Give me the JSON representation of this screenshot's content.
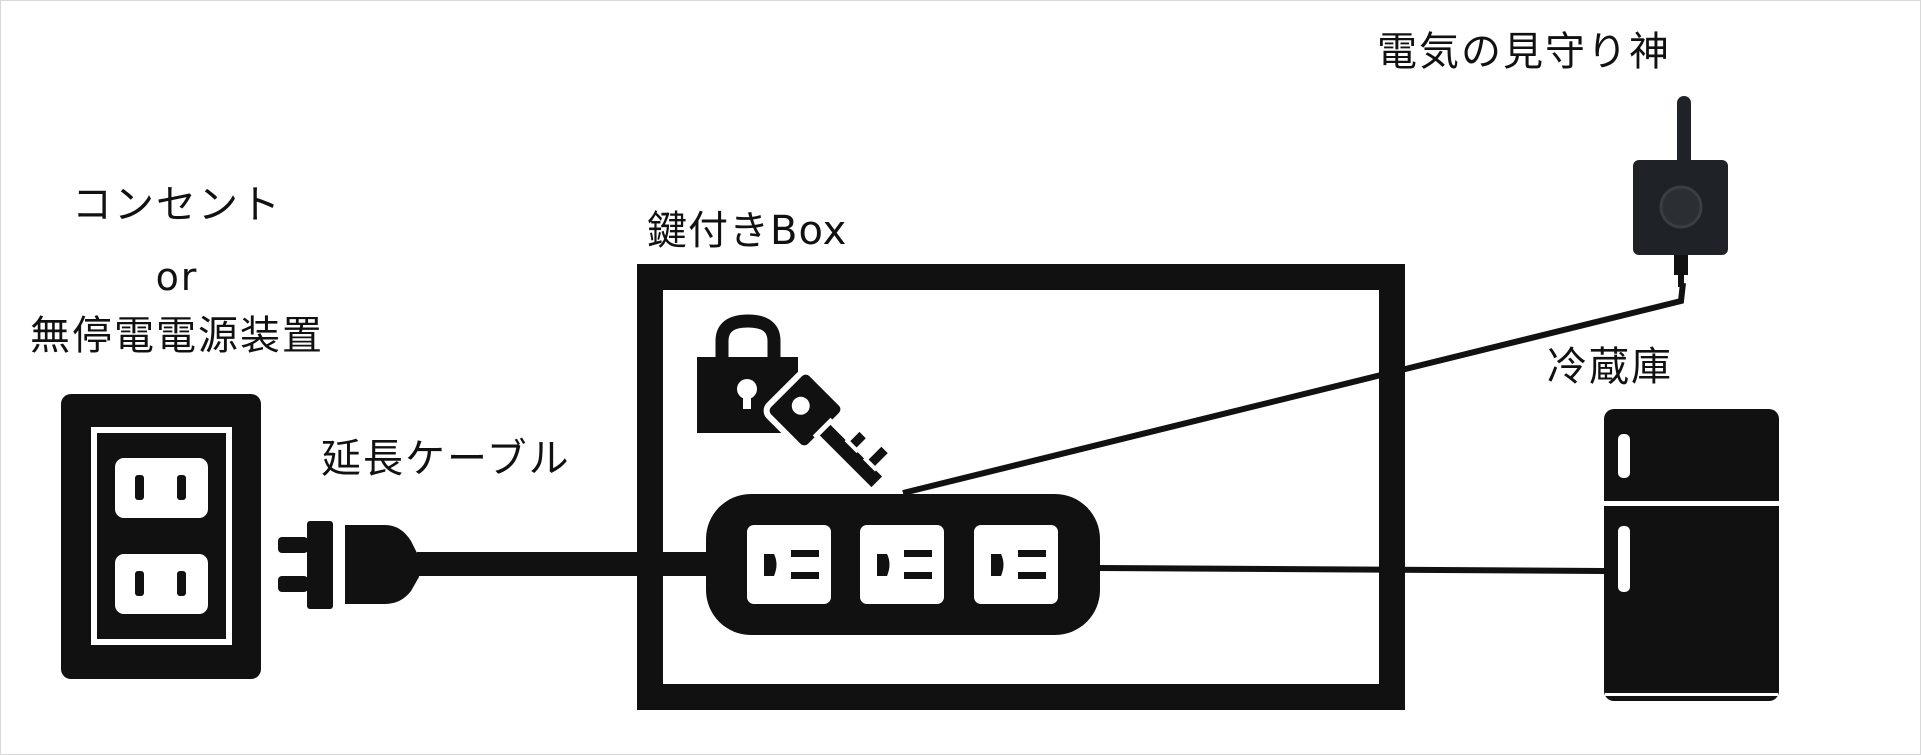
{
  "labels": {
    "outlet_line1": "コンセント",
    "outlet_line2": "or",
    "outlet_line3": "無停電電源装置",
    "extension_cable": "延長ケーブル",
    "locked_box": "鍵付きBox",
    "electric_guardian": "電気の見守り神",
    "refrigerator": "冷蔵庫"
  },
  "colors": {
    "ink": "#111111",
    "device_body": "#1f2226",
    "background": "#ffffff"
  },
  "icons": {
    "wall_outlet": "wall-outlet-icon",
    "plug": "plug-icon",
    "padlock": "padlock-icon",
    "key": "key-icon",
    "power_strip": "power-strip-icon",
    "sensor_device": "sensor-device-icon",
    "refrigerator": "refrigerator-icon"
  }
}
